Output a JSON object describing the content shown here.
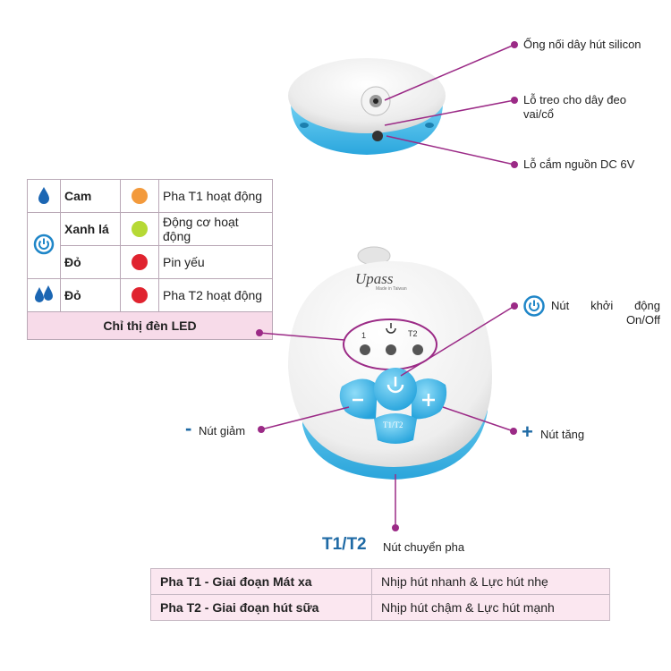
{
  "top_callouts": {
    "silicon": "Ống nối dây hút silicon",
    "strap": "Lỗ treo cho dây đeo vai/cổ",
    "power": "Lỗ cắm nguồn DC 6V"
  },
  "led_table": {
    "rows": [
      {
        "color": "Cam",
        "swatch": "#f39a3c",
        "desc": "Pha T1 hoạt động",
        "icon": "single-drop-icon"
      },
      {
        "color": "Xanh lá",
        "swatch": "#b6d935",
        "desc": "Động cơ hoạt động",
        "icon": "power-icon"
      },
      {
        "color": "Đỏ",
        "swatch": "#e0232f",
        "desc": "Pin yếu",
        "icon": "power-icon"
      },
      {
        "color": "Đỏ",
        "swatch": "#e0232f",
        "desc": "Pha T2 hoạt động",
        "icon": "double-drop-icon"
      }
    ],
    "footer": "Chỉ thị đèn LED"
  },
  "device": {
    "brand": "Upass",
    "tagline": "Made in Taiwan",
    "led_labels": [
      "1",
      "T2"
    ],
    "center_button": "T1/T2"
  },
  "callouts": {
    "onoff": "Nút khởi động On/Off",
    "minus_sign": "-",
    "minus": "Nút giảm",
    "plus_sign": "+",
    "plus": "Nút tăng",
    "switch_big": "T1/T2",
    "switch": "Nút chuyển pha"
  },
  "phase_table": [
    {
      "phase": "Pha T1 - Giai đoạn Mát xa",
      "desc": "Nhịp hút nhanh & Lực hút nhẹ"
    },
    {
      "phase": "Pha T2 - Giai đoạn hút sữa",
      "desc": "Nhịp hút chậm  & Lực hút mạnh"
    }
  ],
  "colors": {
    "accent": "#9b2a86",
    "blue": "#3cb5e8",
    "button": "#3fb2e6"
  }
}
